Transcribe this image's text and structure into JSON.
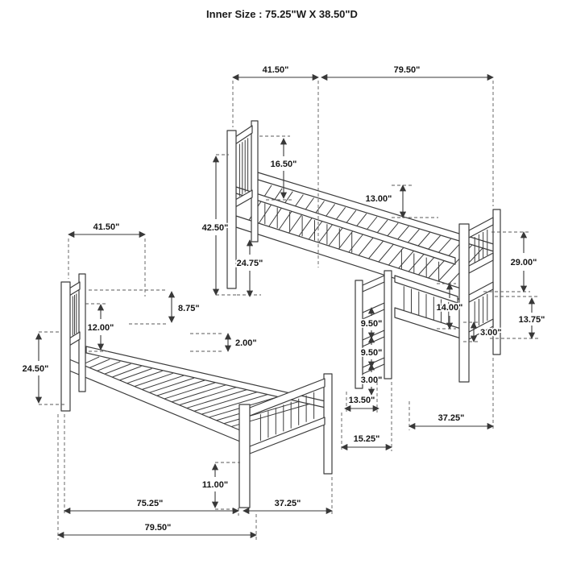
{
  "title": "Inner Size : 75.25\"W X  38.50\"D",
  "accent_color": "#3c3c3c",
  "dims": {
    "top_width_left": "41.50\"",
    "top_width_right": "79.50\"",
    "headboard_upper": "16.50\"",
    "guard_rail": "13.00\"",
    "upper_post": "42.50\"",
    "under_rail": "24.75\"",
    "foot_upper": "29.00\"",
    "lower_guard": "14.00\"",
    "foot_lower": "13.75\"",
    "twin_top_width": "41.50\"",
    "twin_headboard_upper": "12.00\"",
    "twin_headboard_above": "8.75\"",
    "twin_headboard_height": "24.50\"",
    "slat_thickness": "2.00\"",
    "ladder_step_1": "9.50\"",
    "rail_thickness": "3.00\"",
    "ladder_step_2": "9.50\"",
    "ladder_step_3": "3.00\"",
    "ladder_width": "13.50\"",
    "bed_depth": "37.25\"",
    "ladder_offset": "15.25\"",
    "twin_rail_height": "11.00\"",
    "twin_inner_length": "75.25\"",
    "twin_foot_width": "37.25\"",
    "twin_overall_length": "79.50\""
  }
}
